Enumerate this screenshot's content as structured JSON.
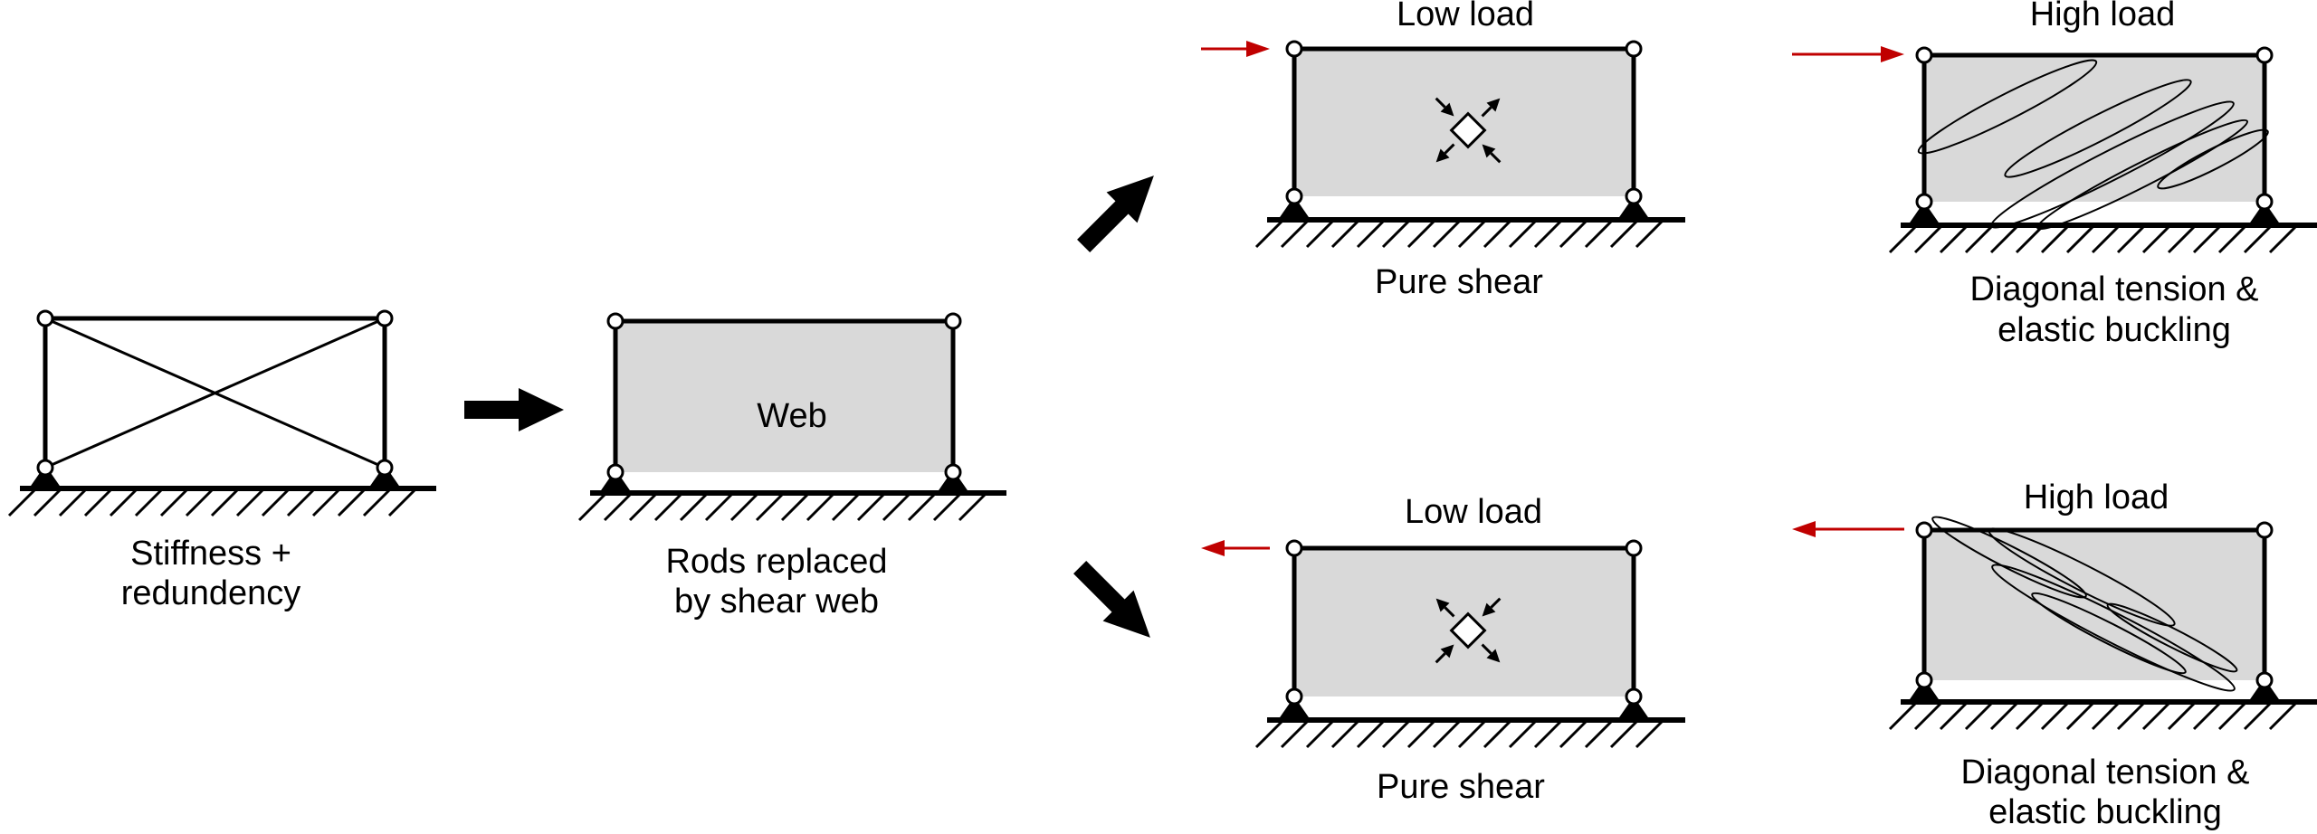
{
  "colors": {
    "panel": "#d9d9d9",
    "line": "#000000",
    "load_arrow": "#c00000",
    "background": "#ffffff"
  },
  "labels": {
    "truss_caption_1": "Stiffness +",
    "truss_caption_2": "redundency",
    "web_text": "Web",
    "web_caption_1": "Rods replaced",
    "web_caption_2": "by shear web",
    "top_low_title": "Low load",
    "top_low_caption": "Pure shear",
    "top_high_title": "High load",
    "top_high_caption_1": "Diagonal tension &",
    "top_high_caption_2": "elastic buckling",
    "bottom_low_title": "Low load",
    "bottom_low_caption": "Pure shear",
    "bottom_high_title": "High load",
    "bottom_high_caption_1": "Diagonal tension &",
    "bottom_high_caption_2": "elastic buckling"
  },
  "icons": [
    "pin-joint-icon",
    "pin-support-icon",
    "ground-hatch-icon",
    "flow-arrow-icon",
    "load-arrow-icon",
    "stress-element-icon",
    "buckle-wave-icon"
  ]
}
